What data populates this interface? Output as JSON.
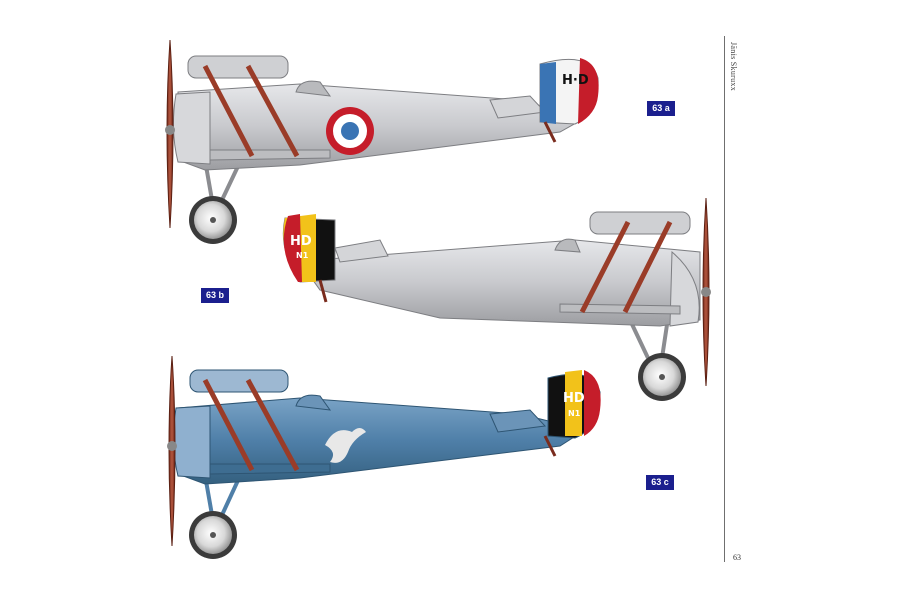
{
  "page": {
    "running_title": "Jānis Skuruxx",
    "page_number": "63"
  },
  "profiles": [
    {
      "label": "63 a",
      "tail_code": "H·D",
      "colors": {
        "fuselage": "#c9cacd",
        "rudder": [
          "#3a74b4",
          "#f4f4f4",
          "#c51d2a"
        ],
        "roundel": [
          "#c51d2a",
          "#ffffff",
          "#3a74b4"
        ]
      }
    },
    {
      "label": "63 b",
      "tail_code": "HD",
      "tail_number": "N1",
      "colors": {
        "fuselage": "#c9cacd",
        "rudder": [
          "#111111",
          "#f2c21a",
          "#c51d2a"
        ]
      }
    },
    {
      "label": "63 c",
      "tail_code": "HD",
      "tail_number": "N1",
      "colors": {
        "fuselage": "#4f7fa8",
        "rudder": [
          "#111111",
          "#f2c21a",
          "#c51d2a"
        ],
        "insignia": "#e8e8e8"
      }
    }
  ]
}
